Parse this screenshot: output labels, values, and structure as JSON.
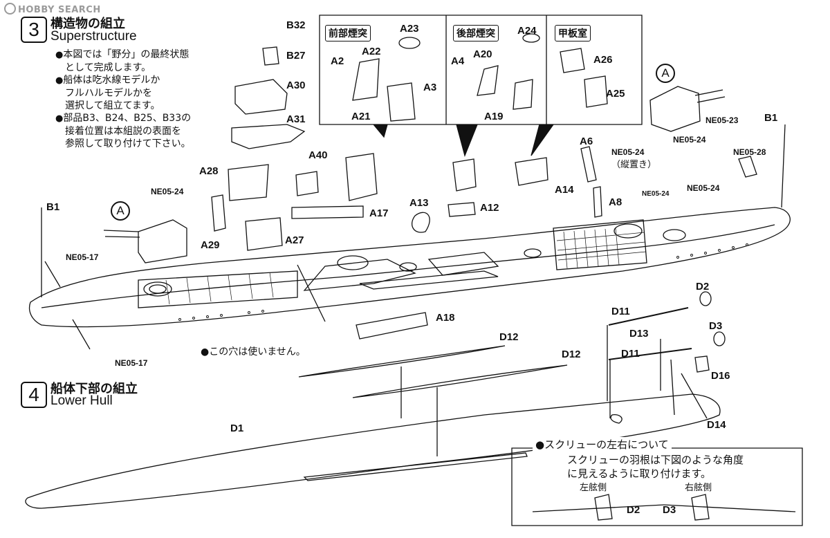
{
  "watermark": "HOBBY SEARCH",
  "step3": {
    "number": "3",
    "title_jp": "構造物の組立",
    "title_en": "Superstructure",
    "notes": [
      {
        "bullet": "●",
        "lines": [
          "本図では「野分」の最終状態",
          "として完成します。"
        ]
      },
      {
        "bullet": "●",
        "lines": [
          "船体は吃水線モデルか",
          "フルハルモデルかを",
          "選択して組立てます。"
        ]
      },
      {
        "bullet": "●",
        "lines": [
          "部品B3、B24、B25、B33の",
          "接着位置は本組説の表面を",
          "参照して取り付けて下さい。"
        ]
      }
    ]
  },
  "step4": {
    "number": "4",
    "title_jp": "船体下部の組立",
    "title_en": "Lower Hull"
  },
  "inset_boxes": {
    "front_funnel": {
      "title": "前部煙突",
      "parts": [
        "A23",
        "A22",
        "A2",
        "A3",
        "A21"
      ]
    },
    "rear_funnel": {
      "title": "後部煙突",
      "parts": [
        "A24",
        "A20",
        "A4",
        "A19"
      ]
    },
    "deckhouse": {
      "title": "甲板室",
      "parts": [
        "A26",
        "A25"
      ]
    }
  },
  "part_labels": {
    "b32": "B32",
    "b27": "B27",
    "a30": "A30",
    "a31": "A31",
    "a40": "A40",
    "a28": "A28",
    "ne05_24_left": "NE05-24",
    "a29": "A29",
    "a27": "A27",
    "b1_left": "B1",
    "ne05_17_top": "NE05-17",
    "ne05_17_bottom": "NE05-17",
    "a17": "A17",
    "a13": "A13",
    "a12": "A12",
    "a18": "A18",
    "a6": "A6",
    "a14": "A14",
    "a8": "A8",
    "ne05_24_vert": "NE05-24",
    "ne05_24_vert_note": "（縦置き）",
    "ne05_24_mid": "NE05-24",
    "ne05_24_right_a": "NE05-24",
    "ne05_24_right_b": "NE05-24",
    "ne05_23": "NE05-23",
    "ne05_28": "NE05-28",
    "b1_right": "B1",
    "d2": "D2",
    "d11_a": "D11",
    "d13": "D13",
    "d3": "D3",
    "d11_b": "D11",
    "d16": "D16",
    "d14": "D14",
    "d12_a": "D12",
    "d12_b": "D12",
    "d1": "D1"
  },
  "callout_a": "A",
  "unused_hole_note": "●この穴は使いません。",
  "screw_note": {
    "title": "●スクリューの左右について",
    "body": [
      "スクリューの羽根は下図のような角度",
      "に見えるように取り付けます。"
    ],
    "port_label": "左舷側",
    "starboard_label": "右舷側",
    "d2": "D2",
    "d3": "D3"
  }
}
